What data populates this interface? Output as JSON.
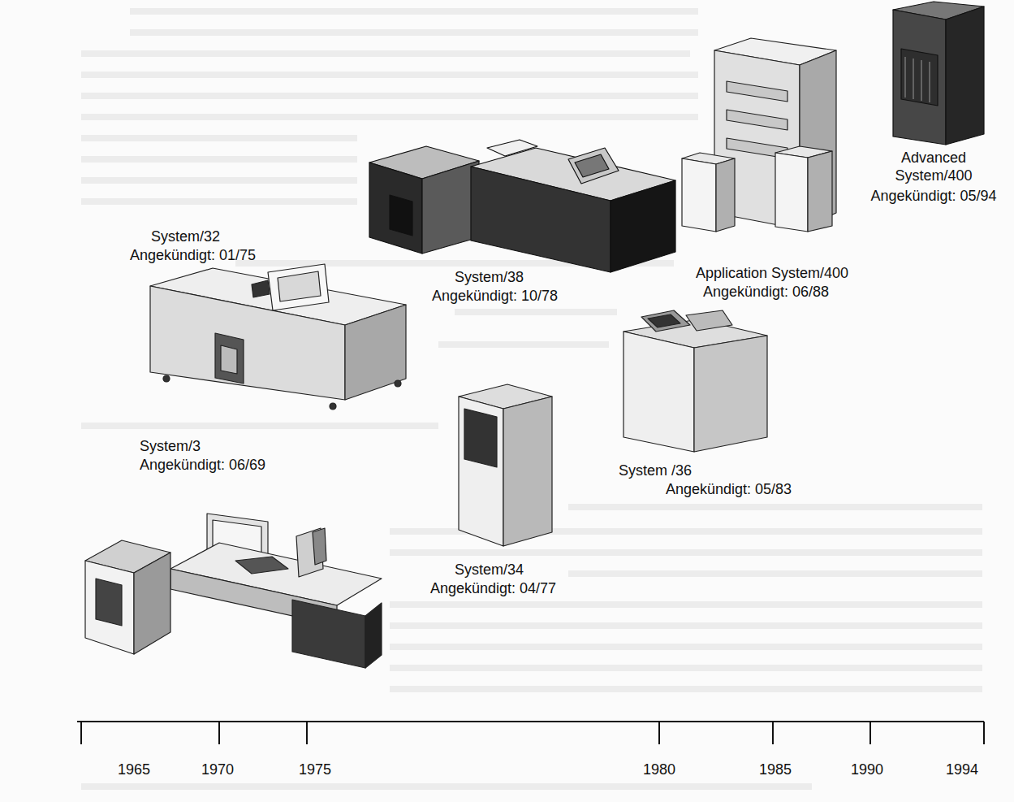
{
  "diagram": {
    "labels": [
      "System/32",
      "Angekündigt: 01/75",
      "System/38",
      "Angekündigt: 10/78",
      "Advanced System/400",
      "Angekündigt: 05/94",
      "Application System/400",
      "Angekündigt: 06/88",
      "System/3",
      "Angekündigt: 06/69",
      "System /36",
      "Angekündigt: 05/83",
      "System/34",
      "Angekündigt: 04/77",
      "1965",
      "1970",
      "1975",
      "1980",
      "1985",
      "1990",
      "1994"
    ]
  }
}
